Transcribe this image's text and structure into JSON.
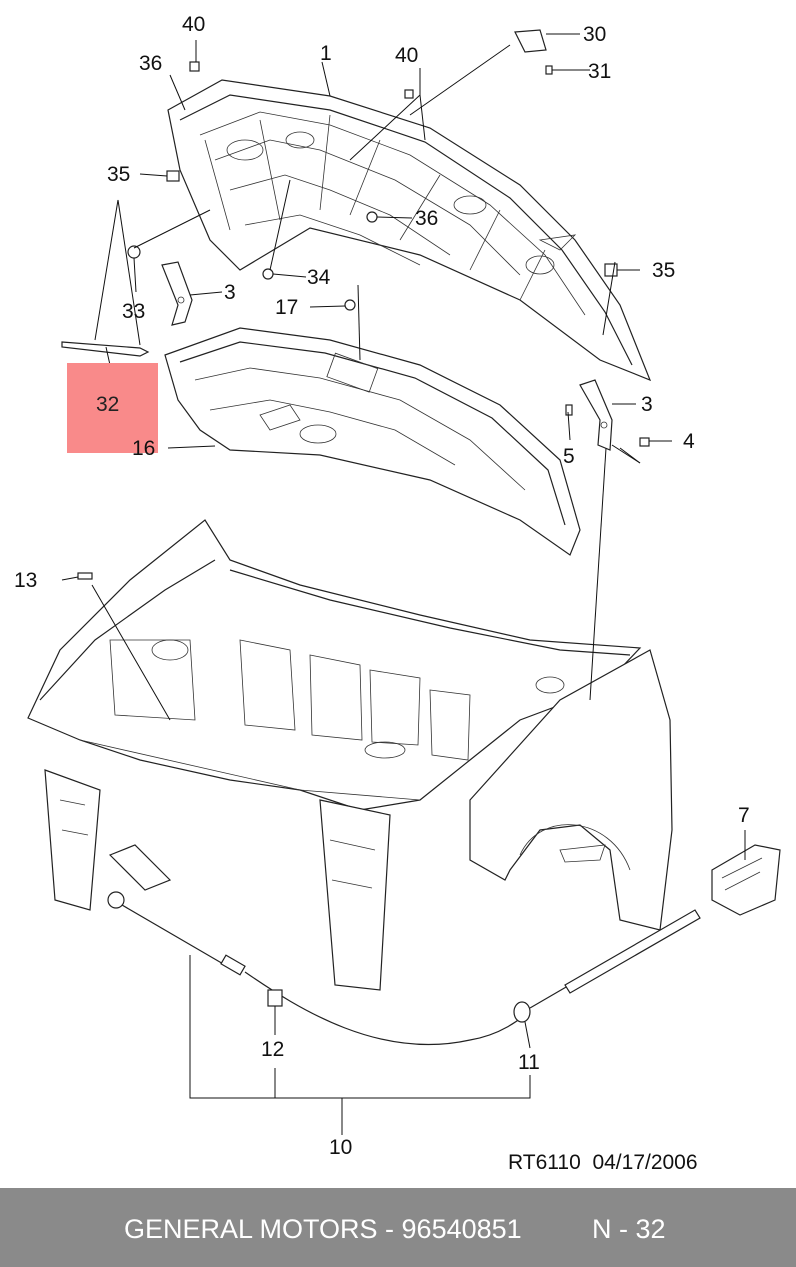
{
  "diagram": {
    "callouts": [
      {
        "id": "c40a",
        "text": "40"
      },
      {
        "id": "c36a",
        "text": "36"
      },
      {
        "id": "c1",
        "text": "1"
      },
      {
        "id": "c40b",
        "text": "40"
      },
      {
        "id": "c30",
        "text": "30"
      },
      {
        "id": "c31",
        "text": "31"
      },
      {
        "id": "c35a",
        "text": "35"
      },
      {
        "id": "c36b",
        "text": "36"
      },
      {
        "id": "c35b",
        "text": "35"
      },
      {
        "id": "c34",
        "text": "34"
      },
      {
        "id": "c33",
        "text": "33"
      },
      {
        "id": "c3a",
        "text": "3"
      },
      {
        "id": "c17",
        "text": "17"
      },
      {
        "id": "c32",
        "text": "32"
      },
      {
        "id": "c3b",
        "text": "3"
      },
      {
        "id": "c16",
        "text": "16"
      },
      {
        "id": "c5",
        "text": "5"
      },
      {
        "id": "c4",
        "text": "4"
      },
      {
        "id": "c13",
        "text": "13"
      },
      {
        "id": "c7",
        "text": "7"
      },
      {
        "id": "c12",
        "text": "12"
      },
      {
        "id": "c11",
        "text": "11"
      },
      {
        "id": "c10",
        "text": "10"
      }
    ],
    "highlight": {
      "part": "32",
      "color": "#f98a8a"
    },
    "stamp": "RT6110  04/17/2006"
  },
  "footer": {
    "left": "GENERAL MOTORS - 96540851",
    "right": "N - 32",
    "background": "#8a8a8a"
  }
}
